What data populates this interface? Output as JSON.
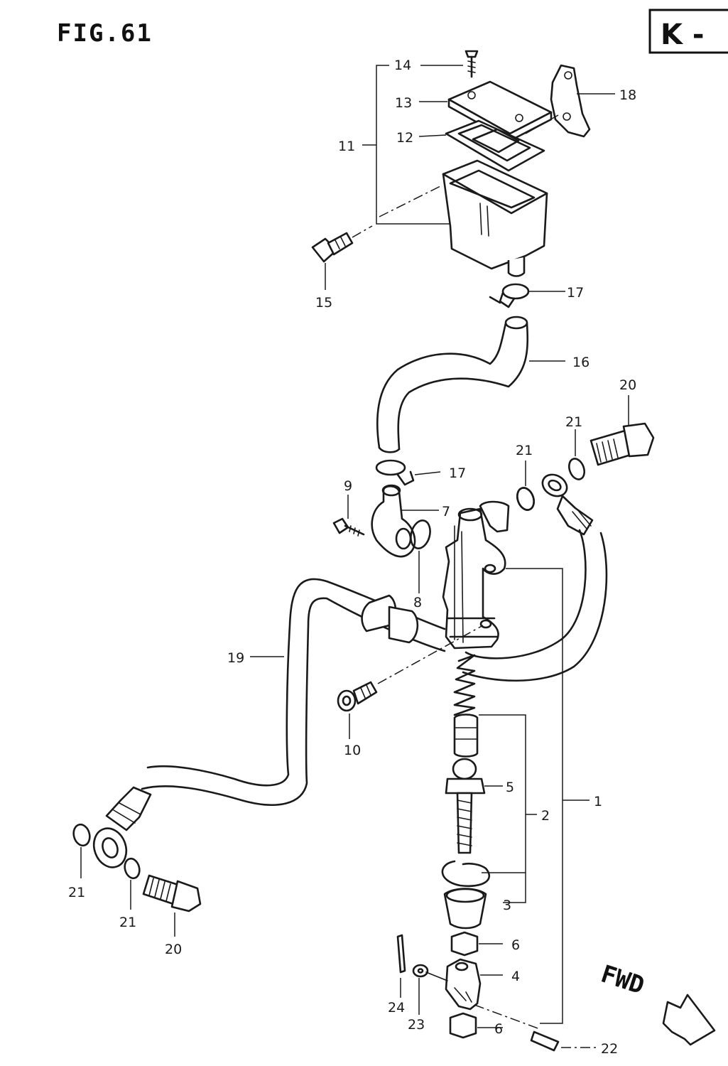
{
  "figure": {
    "title": "FIG.61",
    "section_code": "K -",
    "direction_label": "FWD"
  },
  "callouts": {
    "c1": "1",
    "c2": "2",
    "c3": "3",
    "c4": "4",
    "c5": "5",
    "c6a": "6",
    "c6b": "6",
    "c7": "7",
    "c8": "8",
    "c9": "9",
    "c10": "10",
    "c11": "11",
    "c12": "12",
    "c13": "13",
    "c14": "14",
    "c15": "15",
    "c16": "16",
    "c17a": "17",
    "c17b": "17",
    "c18": "18",
    "c19": "19",
    "c20a": "20",
    "c20b": "20",
    "c21a": "21",
    "c21b": "21",
    "c21c": "21",
    "c21d": "21",
    "c22": "22",
    "c23": "23",
    "c24": "24"
  }
}
